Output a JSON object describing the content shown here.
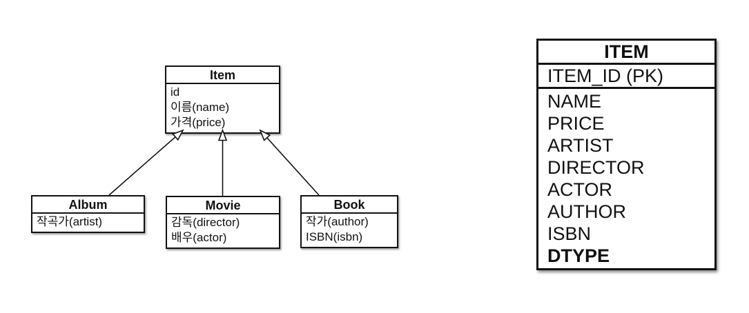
{
  "uml": {
    "item": {
      "title": "Item",
      "attrs": [
        "id",
        "이름(name)",
        "가격(price)"
      ]
    },
    "album": {
      "title": "Album",
      "attrs": [
        "작곡가(artist)"
      ]
    },
    "movie": {
      "title": "Movie",
      "attrs": [
        "감독(director)",
        "배우(actor)"
      ]
    },
    "book": {
      "title": "Book",
      "attrs": [
        "작가(author)",
        "ISBN(isbn)"
      ]
    }
  },
  "relationships": [
    {
      "from": "Album",
      "to": "Item",
      "type": "generalization"
    },
    {
      "from": "Movie",
      "to": "Item",
      "type": "generalization"
    },
    {
      "from": "Book",
      "to": "Item",
      "type": "generalization"
    }
  ],
  "table": {
    "title": "ITEM",
    "pk": "ITEM_ID (PK)",
    "columns": [
      "NAME",
      "PRICE",
      "ARTIST",
      "DIRECTOR",
      "ACTOR",
      "AUTHOR",
      "ISBN",
      "DTYPE"
    ],
    "discriminator_column": "DTYPE"
  },
  "colors": {
    "ink": "#111111",
    "background": "#ffffff"
  }
}
